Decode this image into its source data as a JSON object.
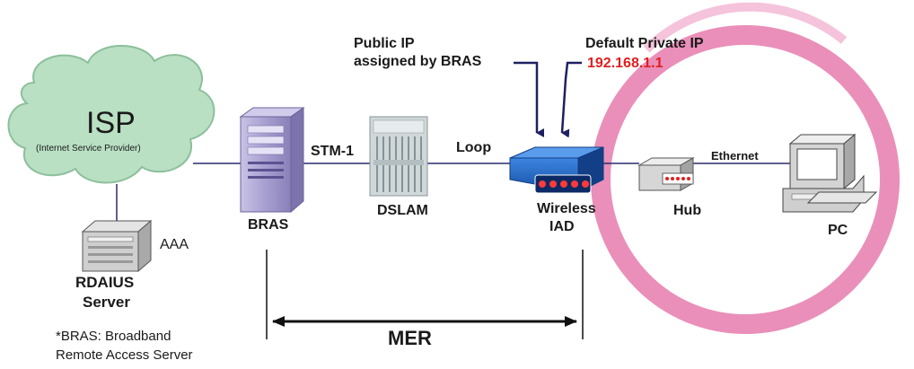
{
  "isp": {
    "title": "ISP",
    "subtitle": "(Internet Service Provider)"
  },
  "aaa": {
    "label": "AAA",
    "server_line1": "RDAIUS",
    "server_line2": "Server"
  },
  "footnote": {
    "line1": "*BRAS: Broadband",
    "line2": "Remote Access Server"
  },
  "bras": {
    "label": "BRAS"
  },
  "links": {
    "stm": "STM-1",
    "loop": "Loop",
    "ethernet": "Ethernet"
  },
  "dslam": {
    "label": "DSLAM"
  },
  "annotations": {
    "public_ip_line1": "Public IP",
    "public_ip_line2": "assigned by BRAS",
    "default_private_ip": "Default Private IP",
    "private_ip_value": "192.168.1.1"
  },
  "iad": {
    "line1": "Wireless",
    "line2": "IAD"
  },
  "hub": {
    "label": "Hub"
  },
  "pc": {
    "label": "PC"
  },
  "span": {
    "label": "MER"
  },
  "colors": {
    "cloud": "#b9e0c3",
    "ring": "#ea8fb9",
    "iad": "#1c64c8",
    "ip_red": "#e02020",
    "bras": "#a79ed0"
  }
}
